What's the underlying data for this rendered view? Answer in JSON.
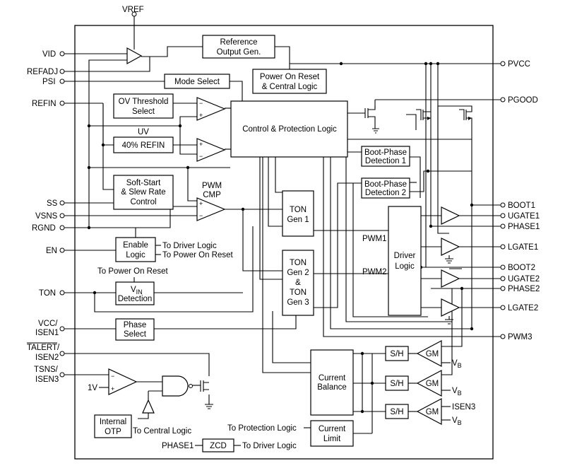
{
  "pins_left": {
    "vref": "VREF",
    "vid": "VID",
    "refadj": "REFADJ",
    "psi": "PSI",
    "refin": "REFIN",
    "ss": "SS",
    "vsns": "VSNS",
    "rgnd": "RGND",
    "en": "EN",
    "ton": "TON",
    "vcc_isen1_a": "VCC/",
    "vcc_isen1_b": "ISEN1",
    "talert_isen2_a": "TALERT/",
    "talert_isen2_b": "ISEN2",
    "tsns_isen3_a": "TSNS/",
    "tsns_isen3_b": "ISEN3",
    "phase1": "PHASE1"
  },
  "pins_right": {
    "pvcc": "PVCC",
    "pgood": "PGOOD",
    "boot1": "BOOT1",
    "ugate1": "UGATE1",
    "phase1": "PHASE1",
    "lgate1": "LGATE1",
    "boot2": "BOOT2",
    "ugate2": "UGATE2",
    "phase2": "PHASE2",
    "lgate2": "LGATE2",
    "pwm3": "PWM3"
  },
  "blocks": {
    "ref_a": "Reference",
    "ref_b": "Output Gen.",
    "mode_select": "Mode Select",
    "por_a": "Power On Reset",
    "por_b": "& Central Logic",
    "ov_a": "OV Threshold",
    "ov_b": "Select",
    "uv": "UV",
    "refin40": "40% REFIN",
    "ctrl": "Control & Protection Logic",
    "ss_a": "Soft-Start",
    "ss_b": "& Slew Rate",
    "ss_c": "Control",
    "pwm_cmp_a": "PWM",
    "pwm_cmp_b": "CMP",
    "ton1_a": "TON",
    "ton1_b": "Gen 1",
    "ton23_a": "TON",
    "ton23_b": "Gen 2",
    "ton23_c": "&",
    "ton23_d": "TON",
    "ton23_e": "Gen 3",
    "enable_a": "Enable",
    "enable_b": "Logic",
    "vin_det_v": "V",
    "vin_det_sub": "IN",
    "vin_det_b": "Detection",
    "phase_select_a": "Phase",
    "phase_select_b": "Select",
    "boot1_a": "Boot-Phase",
    "boot1_b": "Detection 1",
    "boot2_a": "Boot-Phase",
    "boot2_b": "Detection 2",
    "driver_a": "Driver",
    "driver_b": "Logic",
    "pwm1": "PWM1",
    "pwm2": "PWM2",
    "current_balance_a": "Current",
    "current_balance_b": "Balance",
    "current_limit_a": "Current",
    "current_limit_b": "Limit",
    "sh": "S/H",
    "gm": "GM",
    "vb_v": "V",
    "vb_sub": "B",
    "isen3": "ISEN3",
    "internal_otp_a": "Internal",
    "internal_otp_b": "OTP",
    "zcd": "ZCD",
    "one_v": "1V"
  },
  "annotations": {
    "to_driver_logic": "To Driver Logic",
    "to_power_on_reset": "To Power On Reset",
    "to_power_on_reset_top": "To Power On Reset",
    "to_central_logic": "To Central Logic",
    "to_protection_logic": "To Protection Logic",
    "to_driver_logic_zcd": "To Driver Logic"
  }
}
